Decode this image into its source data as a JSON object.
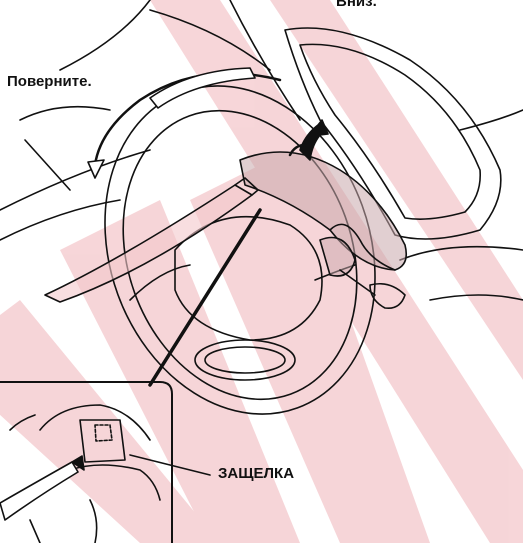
{
  "labels": {
    "down": "Вниз.",
    "turn": "Поверните.",
    "latch": "ЗАЩЕЛКА"
  },
  "colors": {
    "stripe": "#f4c8cc",
    "lever_shade": "#c9a8ab",
    "line": "#111111",
    "background": "#ffffff"
  }
}
